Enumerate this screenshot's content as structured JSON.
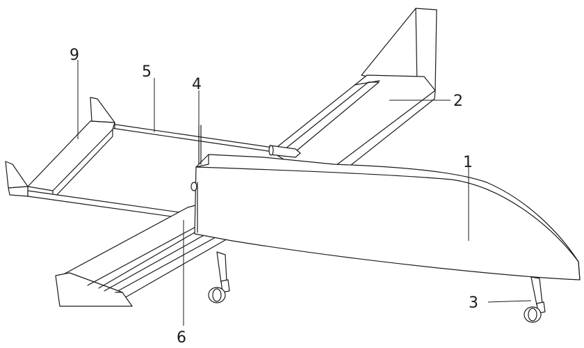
{
  "labels": {
    "l1": "1",
    "l2": "2",
    "l3": "3",
    "l4": "4",
    "l5": "5",
    "l6": "6",
    "l9": "9"
  }
}
